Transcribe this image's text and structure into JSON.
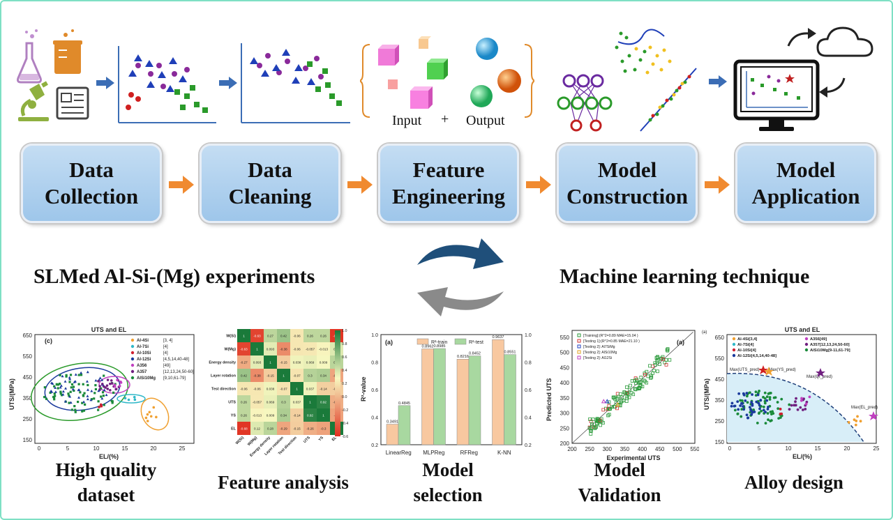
{
  "stages": [
    {
      "line1": "Data",
      "line2": "Collection"
    },
    {
      "line1": "Data",
      "line2": "Cleaning"
    },
    {
      "line1": "Feature",
      "line2": "Engineering"
    },
    {
      "line1": "Model",
      "line2": "Construction"
    },
    {
      "line1": "Model",
      "line2": "Application"
    }
  ],
  "feature_labels": {
    "input": "Input",
    "plus": "+",
    "output": "Output"
  },
  "headings": {
    "left": "SLMed Al-Si-(Mg) experiments",
    "right": "Machine learning technique"
  },
  "captions": [
    {
      "line1": "High quality",
      "line2": "dataset"
    },
    {
      "line1": "Feature analysis",
      "line2": ""
    },
    {
      "line1": "Model",
      "line2": "selection"
    },
    {
      "line1": "Model",
      "line2": "Validation"
    },
    {
      "line1": "Alloy design",
      "line2": ""
    }
  ],
  "panel_dataset": {
    "title": "UTS and EL",
    "panel_label": "(c)",
    "xlabel": "EL/(%)",
    "ylabel": "UTS/(MPa)",
    "xticks": [
      "0",
      "5",
      "10",
      "15",
      "20",
      "25"
    ],
    "yticks": [
      "650",
      "550",
      "450",
      "350",
      "250",
      "150"
    ],
    "legend": [
      {
        "name": "Al-4Si",
        "ref": "[3, 4]",
        "color": "#f0a030"
      },
      {
        "name": "Al-7Si",
        "ref": "[4]",
        "color": "#30b8c8"
      },
      {
        "name": "Al-10Si",
        "ref": "[4]",
        "color": "#d02030"
      },
      {
        "name": "Al-12Si",
        "ref": "[4,5,14,40-48]",
        "color": "#1a3a9c"
      },
      {
        "name": "A356",
        "ref": "[49]",
        "color": "#c040c0"
      },
      {
        "name": "A357",
        "ref": "[12,13,24,50-60]",
        "color": "#702080"
      },
      {
        "name": "AlSi10Mg",
        "ref": "[9,10,61-79]",
        "color": "#1a8a3a"
      }
    ]
  },
  "panel_heatmap": {
    "labels": [
      "W(Si)",
      "W(Mg)",
      "Energy density",
      "Layer rotation",
      "Test direction",
      "UTS",
      "YS",
      "EL"
    ],
    "matrix": [
      [
        "1",
        "-0.63",
        "0.27",
        "0.42",
        "-0.06",
        "0.26",
        "0.26",
        "-0.68"
      ],
      [
        "-0.63",
        "1",
        "0.093",
        "-0.38",
        "-0.06",
        "-0.057",
        "-0.013",
        "0.12"
      ],
      [
        "-0.27",
        "0.093",
        "1",
        "-0.15",
        "0.038",
        "0.069",
        "0.009",
        "0.28"
      ],
      [
        "0.42",
        "-0.38",
        "-0.15",
        "1",
        "-0.07",
        "0.3",
        "0.34",
        "-0.29"
      ],
      [
        "-0.06",
        "-0.06",
        "0.038",
        "-0.07",
        "1",
        "0.037",
        "-0.14",
        "-0.15"
      ],
      [
        "0.26",
        "-0.057",
        "0.069",
        "0.3",
        "0.037",
        "1",
        "0.92",
        "-0.26"
      ],
      [
        "0.26",
        "-0.013",
        "0.009",
        "0.34",
        "-0.14",
        "0.92",
        "1",
        "-0.3"
      ],
      [
        "-0.68",
        "0.12",
        "0.28",
        "-0.29",
        "-0.15",
        "-0.26",
        "-0.3",
        "1"
      ]
    ],
    "colorbar_ticks": [
      "1.0",
      "0.8",
      "0.6",
      "0.4",
      "0.2",
      "0.0",
      "-0.2",
      "-0.4",
      "-0.6"
    ]
  },
  "chart_data": [
    {
      "type": "bar",
      "panel_label": "(a)",
      "categories": [
        "LinearReg",
        "MLPReg",
        "RFReg",
        "K-NN"
      ],
      "series": [
        {
          "name": "R²-train",
          "values": [
            0.3491,
            0.8962,
            0.8216,
            0.9637
          ]
        },
        {
          "name": "R²-test",
          "values": [
            0.4845,
            0.8985,
            0.8452,
            0.8551
          ]
        }
      ],
      "value_labels_train": [
        "0.3491",
        "0.8962",
        "0.8216",
        "0.9637"
      ],
      "value_labels_test": [
        "0.4845",
        "0.8985",
        "0.8452",
        "0.8551"
      ],
      "ylabel": "R²-value",
      "ylim": [
        0.2,
        1.0
      ],
      "yticks": [
        "0.2",
        "0.4",
        "0.6",
        "0.8",
        "1.0"
      ],
      "colors": [
        "#f8c8a0",
        "#a8d8a0"
      ]
    },
    {
      "type": "scatter",
      "panel_label": "(a)",
      "xlabel": "Experimental UTS",
      "ylabel": "Predicted UTS",
      "xlim": [
        200,
        550
      ],
      "ylim": [
        200,
        550
      ],
      "xticks": [
        "200",
        "250",
        "300",
        "350",
        "400",
        "450",
        "500",
        "550"
      ],
      "yticks": [
        "550",
        "500",
        "450",
        "400",
        "350",
        "300",
        "250",
        "200"
      ],
      "legend": [
        {
          "name": "[Training]:(R^2=0.89  MAE=15.04 )",
          "color": "#2a9a3a"
        },
        {
          "name": "[Testing 1]:(R^2=0.85  MAE=21.10 )",
          "color": "#d03030"
        },
        {
          "name": "[Testing 2]: Al7SiMg",
          "color": "#2040c0"
        },
        {
          "name": "[Testing 2]: AlSi10Mg",
          "color": "#e0a020"
        },
        {
          "name": "[Testing 2]: Al12Si",
          "color": "#c040c0"
        }
      ]
    },
    {
      "type": "scatter",
      "panel_label": "(a)",
      "title": "UTS and EL",
      "xlabel": "EL/(%)",
      "ylabel": "UTS/(MPa)",
      "xticks": [
        "0",
        "5",
        "10",
        "15",
        "20",
        "25"
      ],
      "yticks": [
        "650",
        "550",
        "450",
        "350",
        "250",
        "150"
      ],
      "legend": [
        {
          "name": "Al-4Si[3,4]",
          "color": "#f0a030"
        },
        {
          "name": "Al-7Si[4]",
          "color": "#30b8c8"
        },
        {
          "name": "Al-10Si[4]",
          "color": "#d02030"
        },
        {
          "name": "Al-12Si[4,5,14,40-48]",
          "color": "#1a3a9c"
        },
        {
          "name": "A356[49]",
          "color": "#c040c0"
        },
        {
          "name": "A357[12,13,24,50-60]",
          "color": "#702080"
        },
        {
          "name": "AlSi10Mg[9-11,61-79]",
          "color": "#1a8a3a"
        }
      ],
      "annotations": [
        "Max(UTS_pred)",
        "Max(YS_pred)",
        "Max(QI_pred)",
        "Max(EL_pred)"
      ]
    }
  ]
}
